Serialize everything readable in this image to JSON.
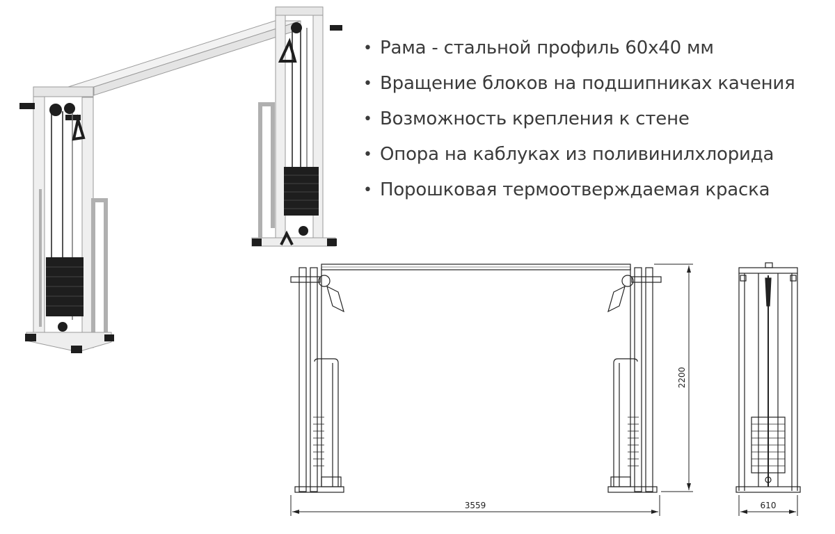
{
  "features": [
    "Рама - стальной профиль 60х40 мм",
    "Вращение блоков на подшипниках качения",
    "Возможность крепления к стене",
    "Опора на каблуках из поливинилхлорида",
    "Порошковая термоотверждаемая краска"
  ],
  "bullet_glyph": "•",
  "dimensions": {
    "width": "3559",
    "height": "2200",
    "depth": "610"
  },
  "colors": {
    "frame": "#eeeeee",
    "frame_edge": "#9a9a9a",
    "weights": "#1e1e1e",
    "lines": "#222222",
    "text": "#3b3b3b"
  }
}
